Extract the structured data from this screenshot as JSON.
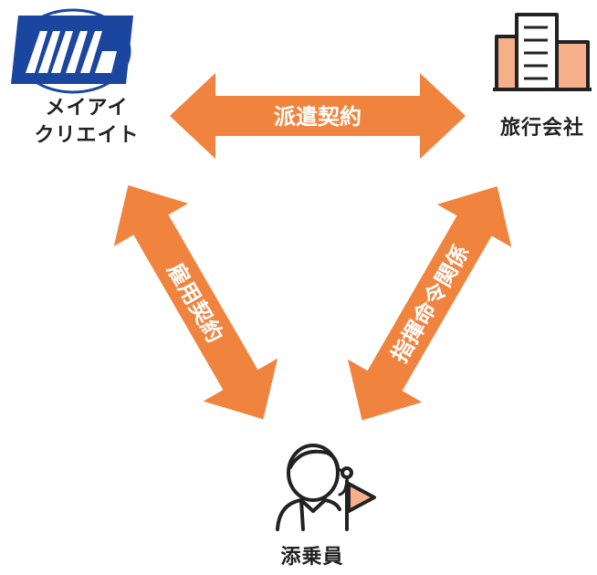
{
  "nodes": {
    "maiai": {
      "line1": "メイアイ",
      "line2": "クリエイト"
    },
    "travel": {
      "label": "旅行会社"
    },
    "conductor": {
      "label": "添乗員"
    }
  },
  "relations": {
    "dispatch": "派遣契約",
    "employment": "雇用契約",
    "command": "指揮命令関係"
  },
  "colors": {
    "arrow": "#F0843F",
    "logo_blue": "#1A46A0",
    "accent_peach": "#F6B08A",
    "stroke": "#222222"
  }
}
